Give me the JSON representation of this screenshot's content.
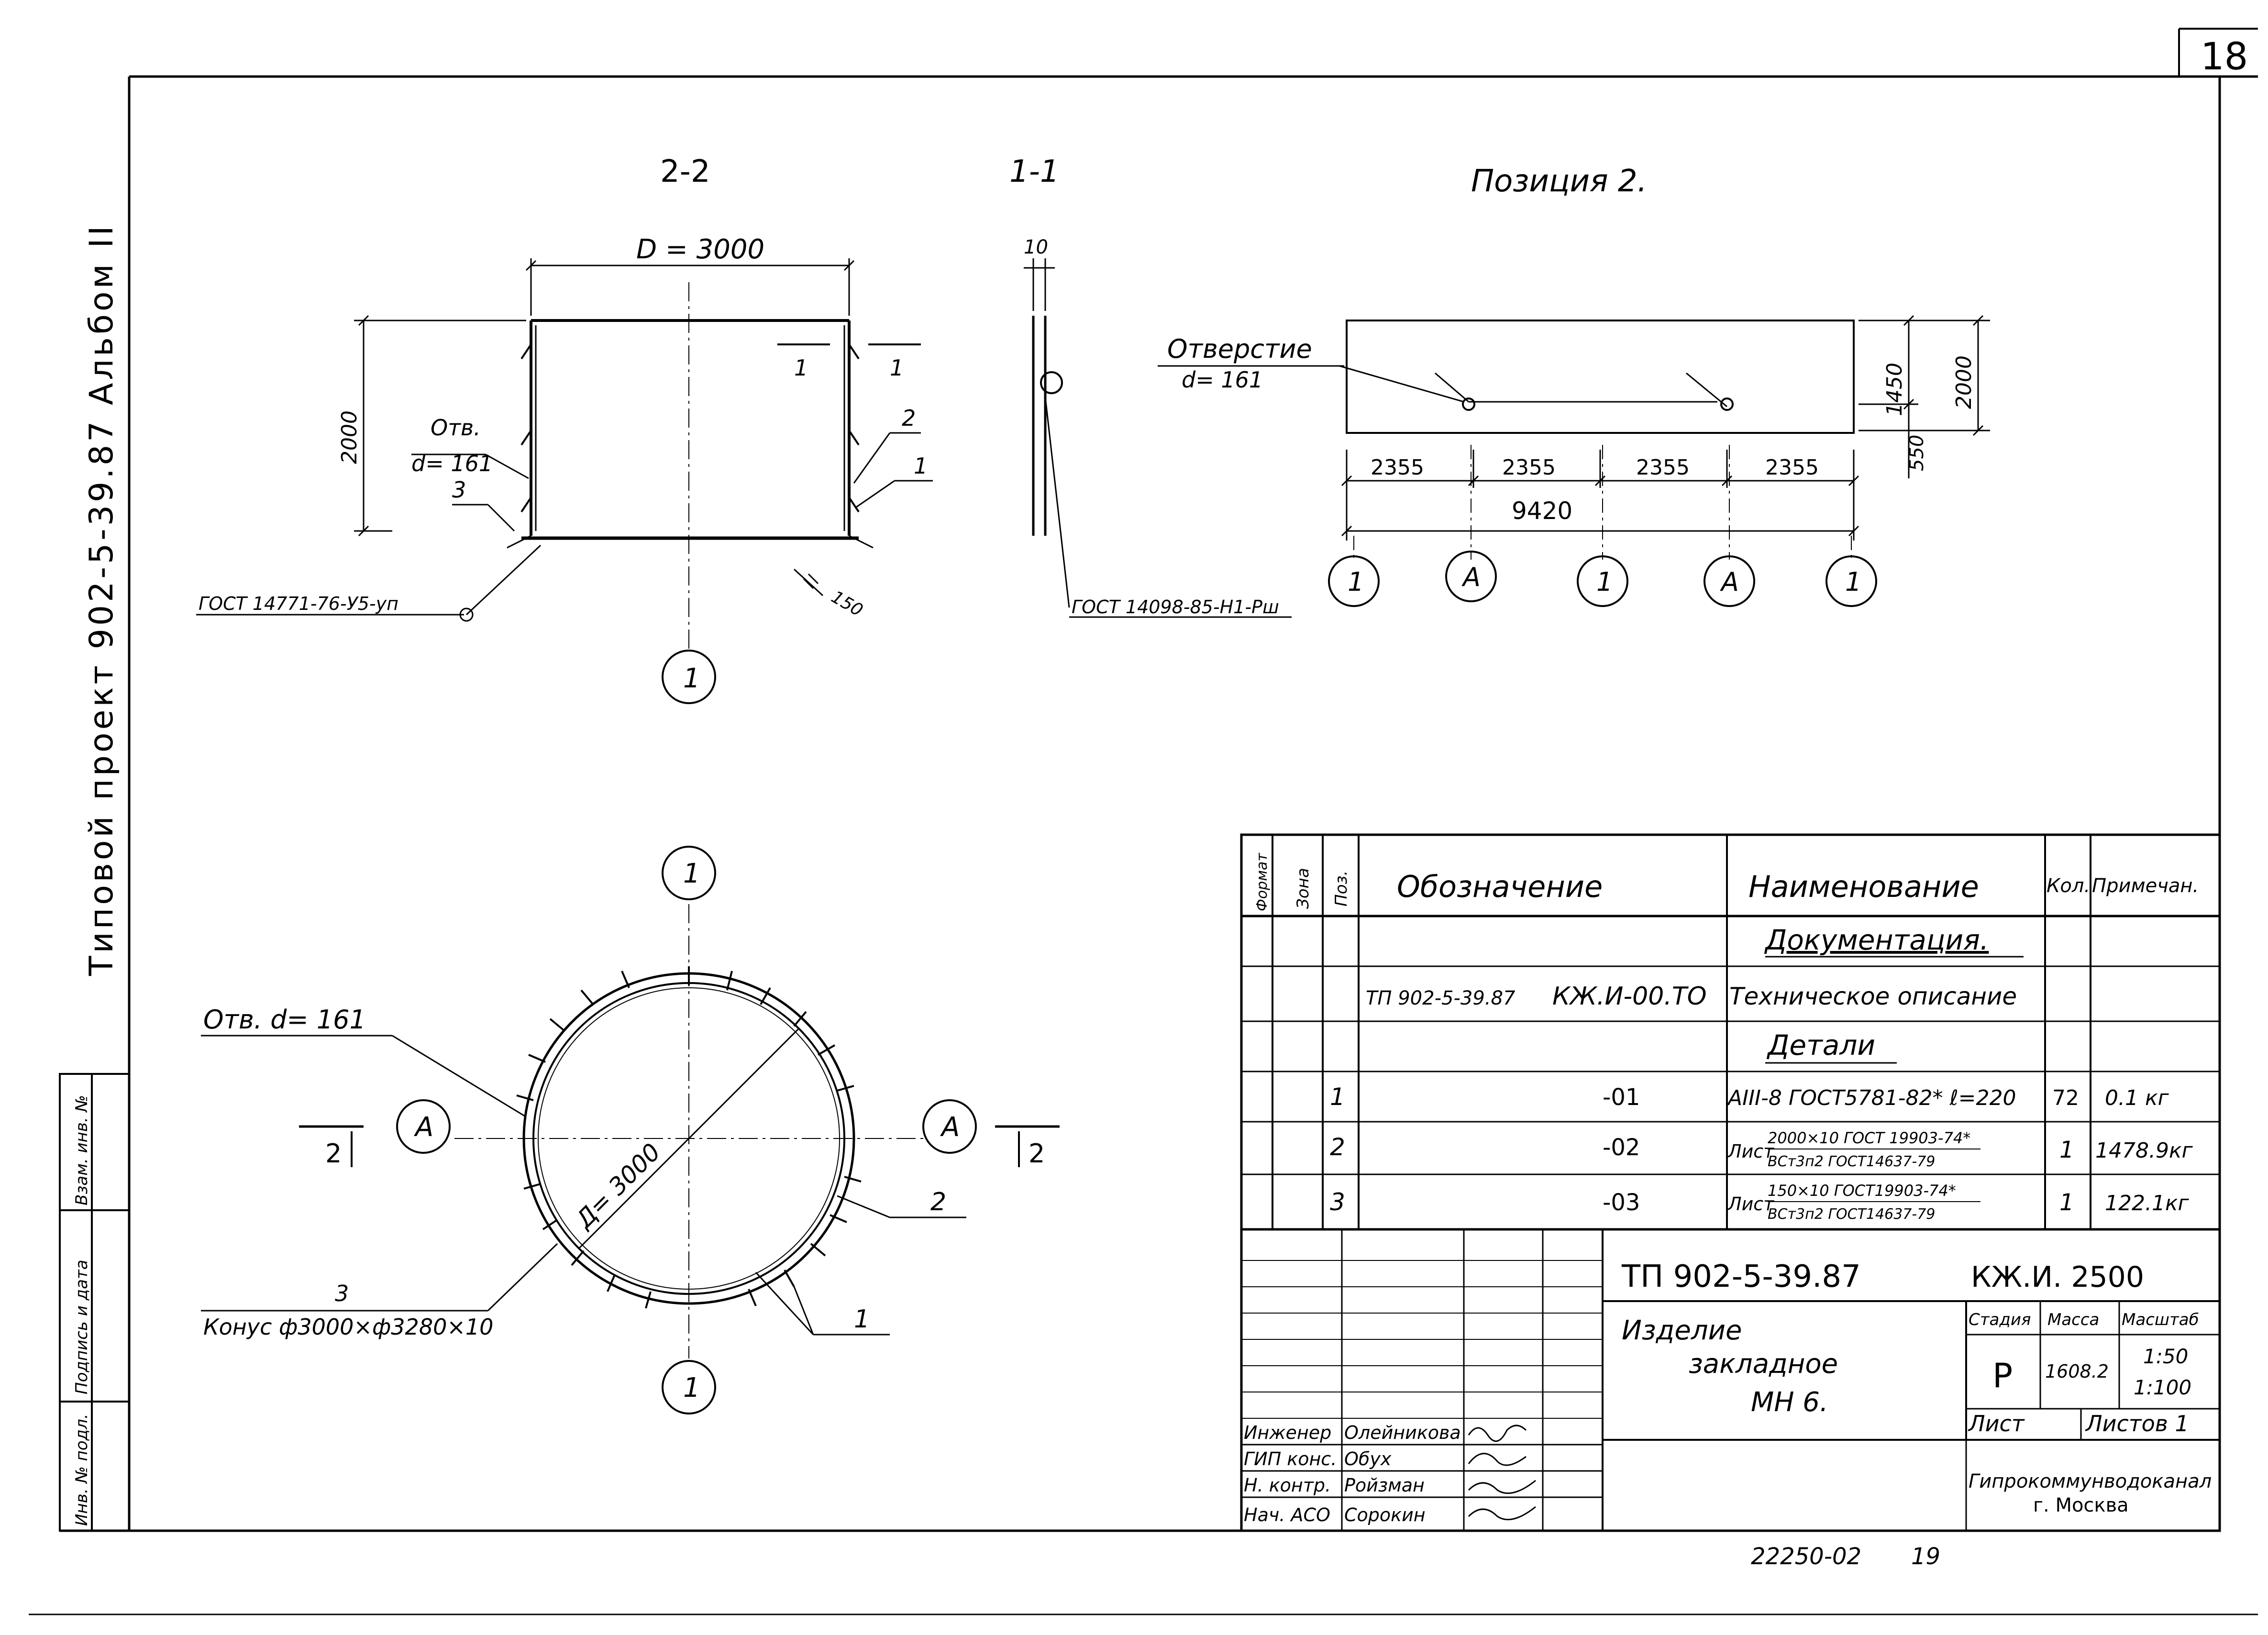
{
  "sheet": {
    "number": "18",
    "album_side": "Типовой   проект  902-5-39.87  Альбом  II"
  },
  "left_strip": {
    "cells": [
      "Взам. инв. №",
      "Подпись и дата",
      "Инв. № подл."
    ]
  },
  "section_22": {
    "title": "2-2",
    "diameter": "D = 3000",
    "height": "2000",
    "hole_label_1": "Отв.",
    "hole_label_2": "d= 161",
    "pos3": "3",
    "pos2": "2",
    "pos1": "1",
    "cut_mark": "1",
    "weld": "ГОСТ 14771-76-У5-уп",
    "dim150": "150",
    "axis": "1"
  },
  "section_11": {
    "title": "1-1",
    "dim10": "10",
    "weld": "ГОСТ 14098-85-Н1-Рш"
  },
  "position2": {
    "title": "Позиция  2.",
    "hole_label_1": "Отверстие",
    "hole_label_2": "d= 161",
    "dims": [
      "2355",
      "2355",
      "2355",
      "2355"
    ],
    "total": "9420",
    "v1450": "1450",
    "v2000": "2000",
    "v550": "550",
    "axes": [
      "1",
      "А",
      "1",
      "А",
      "1"
    ]
  },
  "plan": {
    "top_axis": "1",
    "bottom_axis": "1",
    "left_axis": "А",
    "right_axis": "А",
    "cut_left": "2",
    "cut_right": "2",
    "hole": "Отв. d= 161",
    "diam": "Д= 3000",
    "pos2": "2",
    "pos1": "1",
    "pos3": "3",
    "cone": "Конус ф3000×ф3280×10"
  },
  "spec": {
    "headers": [
      "Формат",
      "Зона",
      "Поз.",
      "Обозначение",
      "Наименование",
      "Кол.",
      "Примечан."
    ],
    "section_doc": "Документация.",
    "doc_code": "ТП 902-5-39.87",
    "doc_code2": "КЖ.И-00.ТО",
    "doc_name": "Техническое описание",
    "section_det": "Детали",
    "rows": [
      {
        "pos": "1",
        "code": "-01",
        "name": "АIII-8 ГОСТ5781-82* ℓ=220",
        "qty": "72",
        "note": "0.1  кг"
      },
      {
        "pos": "2",
        "code": "-02",
        "name_a": "Лист",
        "name_b": "2000×10 ГОСТ 19903-74*",
        "name_c": "ВСт3п2 ГОСТ14637-79",
        "qty": "1",
        "note": "1478.9кг"
      },
      {
        "pos": "3",
        "code": "-03",
        "name_a": "Лист",
        "name_b": "150×10 ГОСТ19903-74*",
        "name_c": "ВСт3п2 ГОСТ14637-79",
        "qty": "1",
        "note": "122.1кг"
      }
    ]
  },
  "stamp": {
    "project": "ТП  902-5-39.87",
    "mark": "КЖ.И. 2500",
    "name1": "Изделие",
    "name2": "закладное",
    "name3": "МН 6.",
    "h_stage": "Стадия",
    "h_mass": "Масса",
    "h_scale": "Масштаб",
    "stage": "Р",
    "mass": "1608.2",
    "scale1": "1:50",
    "scale2": "1:100",
    "sheet": "Лист",
    "sheets": "Листов  1",
    "org1": "Гипрокоммунводоканал",
    "org2": "г. Москва",
    "people": [
      {
        "role": "Инженер",
        "name": "Олейникова"
      },
      {
        "role": "ГИП конс.",
        "name": "Обух"
      },
      {
        "role": "Н. контр.",
        "name": "Ройзман"
      },
      {
        "role": "Нач. АСО",
        "name": "Сорокин"
      }
    ]
  },
  "footer": {
    "code": "22250-02",
    "num": "19"
  }
}
